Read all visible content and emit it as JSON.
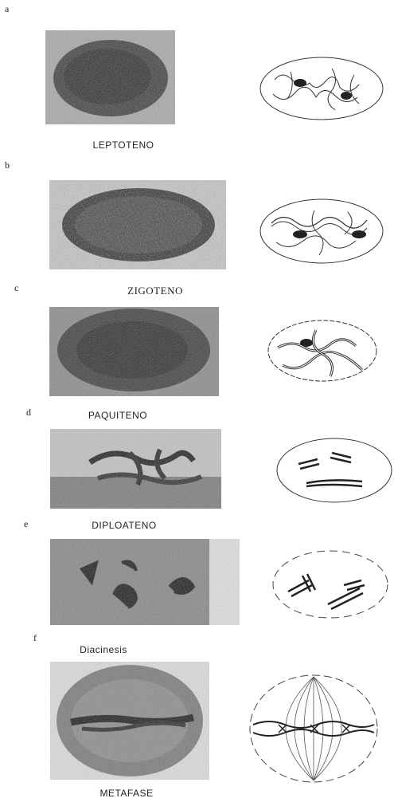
{
  "panels": [
    {
      "letter": "a",
      "label": "LEPTOTENO"
    },
    {
      "letter": "b",
      "label": "ZIGOTENO"
    },
    {
      "letter": "c",
      "label": "PAQUITENO"
    },
    {
      "letter": "d",
      "label": "DIPLOATENO"
    },
    {
      "letter": "e",
      "label": "Diacinesis"
    },
    {
      "letter": "f",
      "label": "METAFASE"
    }
  ],
  "colors": {
    "ink": "#222222",
    "micrograph_base": "#8e8e8e",
    "micrograph_dark": "#2a2a2a"
  }
}
